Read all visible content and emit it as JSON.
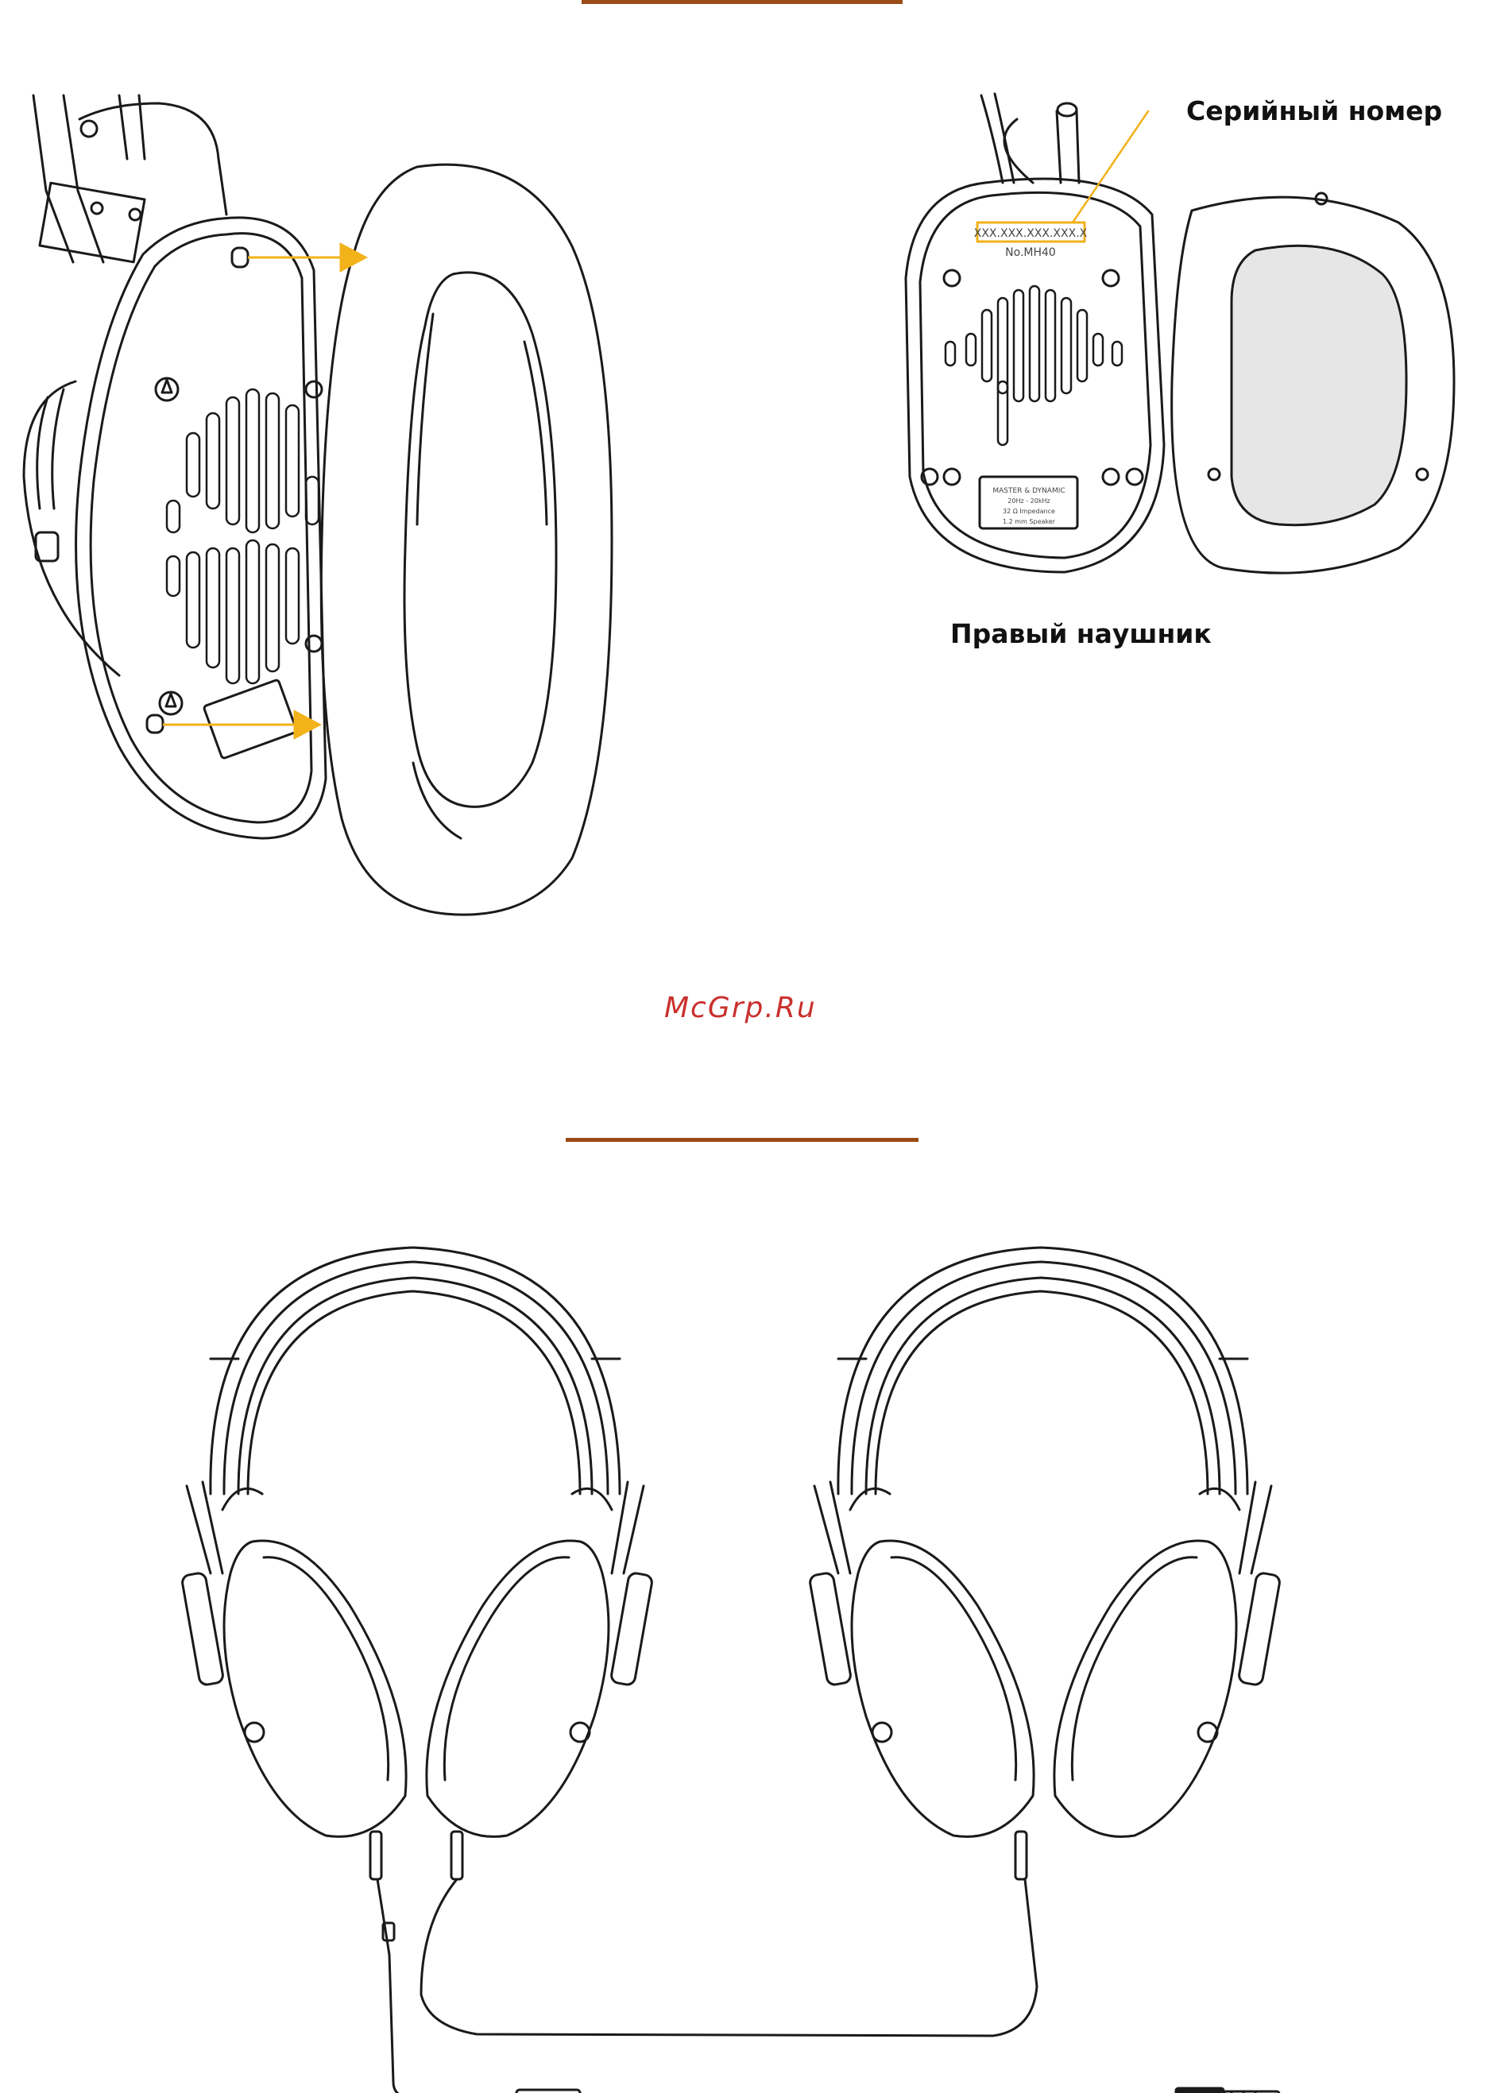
{
  "labels": {
    "serial_number": "Серийный номер",
    "right_earphone": "Правый наушник"
  },
  "diagram": {
    "serial_placeholder": "XXX.XXX.XXX.XXX.X",
    "model_number": "No.MH40",
    "plate_lines": [
      "MASTER & DYNAMIC",
      "20Hz - 20kHz",
      "32 Ω Impedance",
      "1.2 mm Speaker"
    ]
  },
  "watermark": "McGrp.Ru",
  "colors": {
    "accent_rule": "#9a4a14",
    "arrow": "#f2b21a",
    "watermark": "#c9302c",
    "line": "#1a1a1a"
  }
}
